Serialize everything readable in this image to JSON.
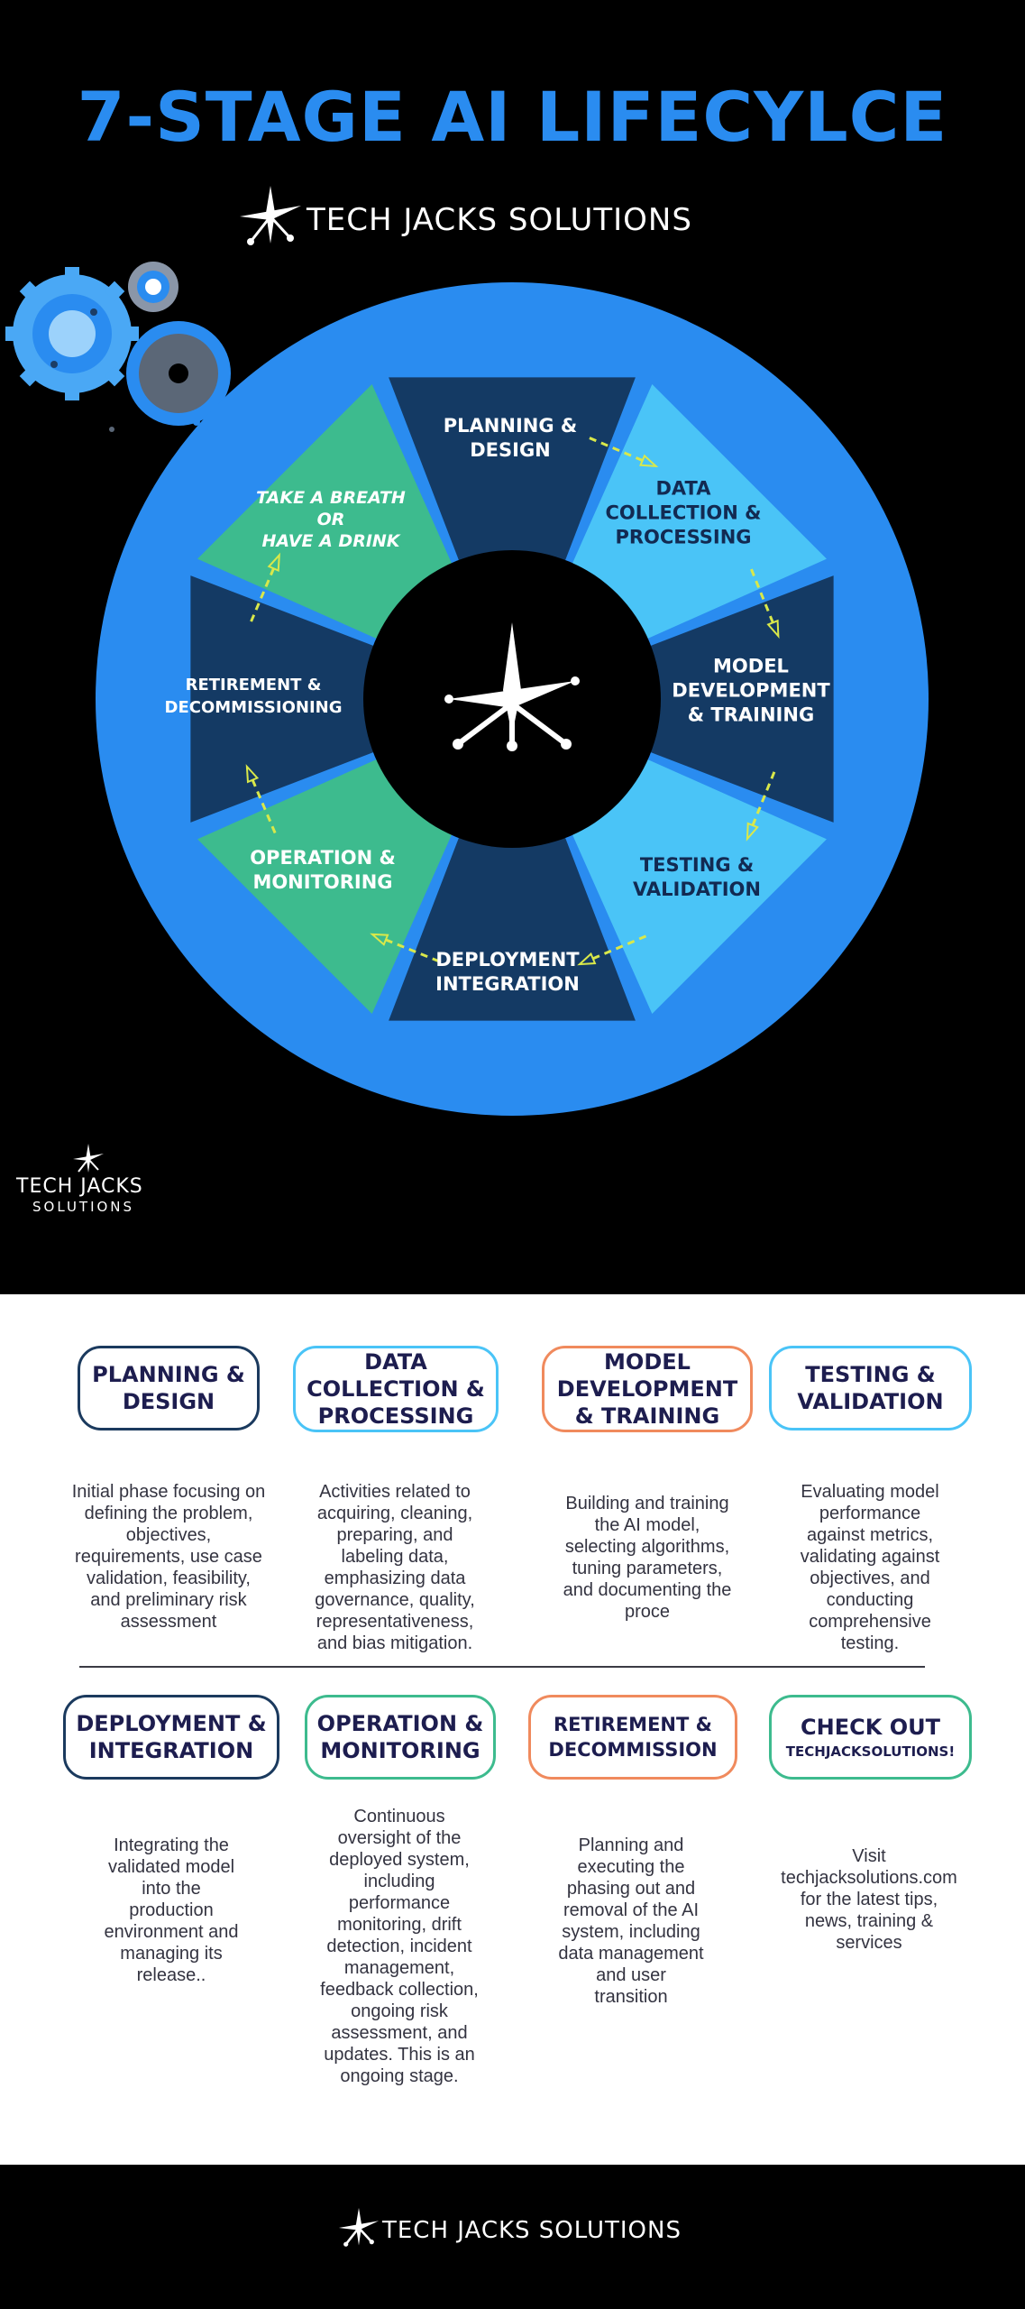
{
  "header": {
    "title": "7-STAGE AI LIFECYLCE",
    "brand": "TECH JACKS SOLUTIONS"
  },
  "wheel": {
    "segments": [
      {
        "label": "PLANNING &\nDESIGN",
        "color": "#143a64"
      },
      {
        "label": "DATA\nCOLLECTION &\nPROCESSING",
        "color": "#4ac4f7"
      },
      {
        "label": "MODEL\nDEVELOPMENT\n& TRAINING",
        "color": "#143a64"
      },
      {
        "label": "TESTING &\nVALIDATION",
        "color": "#4ac4f7"
      },
      {
        "label": "DEPLOYMENT\nINTEGRATION",
        "color": "#143a64"
      },
      {
        "label": "OPERATION &\nMONITORING",
        "color": "#3dbb8e"
      },
      {
        "label": "RETIREMENT &\nDECOMMISSIONING",
        "color": "#143a64"
      },
      {
        "label": "TAKE A BREATH\nOR\nHAVE A DRINK",
        "color": "#3dbb8e"
      }
    ],
    "ring_color": "#2a8cf0",
    "arrow_color": "#d9e84a"
  },
  "corner_brand": {
    "line1": "TECH JACKS",
    "line2": "SOLUTIONS"
  },
  "cards": [
    {
      "title": "PLANNING &\nDESIGN",
      "border": "#1b3a5e",
      "desc": "Initial phase focusing on\ndefining the problem,\nobjectives,\nrequirements, use case\nvalidation, feasibility,\nand preliminary risk\nassessment"
    },
    {
      "title": "DATA\nCOLLECTION &\nPROCESSING",
      "border": "#4ac4f7",
      "desc": "Activities related to\nacquiring, cleaning,\npreparing, and\nlabeling data,\nemphasizing data\ngovernance, quality,\nrepresentativeness,\nand bias mitigation."
    },
    {
      "title": "MODEL\nDEVELOPMENT\n& TRAINING",
      "border": "#f08a5d",
      "desc": "Building and training\nthe AI model,\nselecting algorithms,\ntuning parameters,\nand documenting the\nproce"
    },
    {
      "title": "TESTING &\nVALIDATION",
      "border": "#4ac4f7",
      "desc": "Evaluating model\nperformance\nagainst metrics,\nvalidating against\nobjectives, and\nconducting\ncomprehensive\ntesting."
    },
    {
      "title": "DEPLOYMENT &\nINTEGRATION",
      "border": "#1b3a5e",
      "desc": "Integrating the\nvalidated model\ninto the\nproduction\nenvironment and\nmanaging its\nrelease.."
    },
    {
      "title": "OPERATION &\nMONITORING",
      "border": "#3dbb8e",
      "desc": "Continuous\noversight of the\ndeployed system,\nincluding\nperformance\nmonitoring, drift\ndetection, incident\nmanagement,\nfeedback collection,\nongoing risk\nassessment, and\nupdates. This is an\nongoing stage."
    },
    {
      "title": "RETIREMENT &\nDECOMMISSION",
      "border": "#f08a5d",
      "desc": "Planning and\nexecuting the\nphasing out and\nremoval of the AI\nsystem, including\ndata management\nand user\ntransition"
    },
    {
      "title": "CHECK OUT",
      "subtitle": "TECHJACKSOLUTIONS!",
      "border": "#3dbb8e",
      "desc": "Visit\ntechjacksolutions.com\nfor the latest tips,\nnews, training &\nservices"
    }
  ],
  "footer": {
    "brand": "TECH JACKS SOLUTIONS"
  }
}
